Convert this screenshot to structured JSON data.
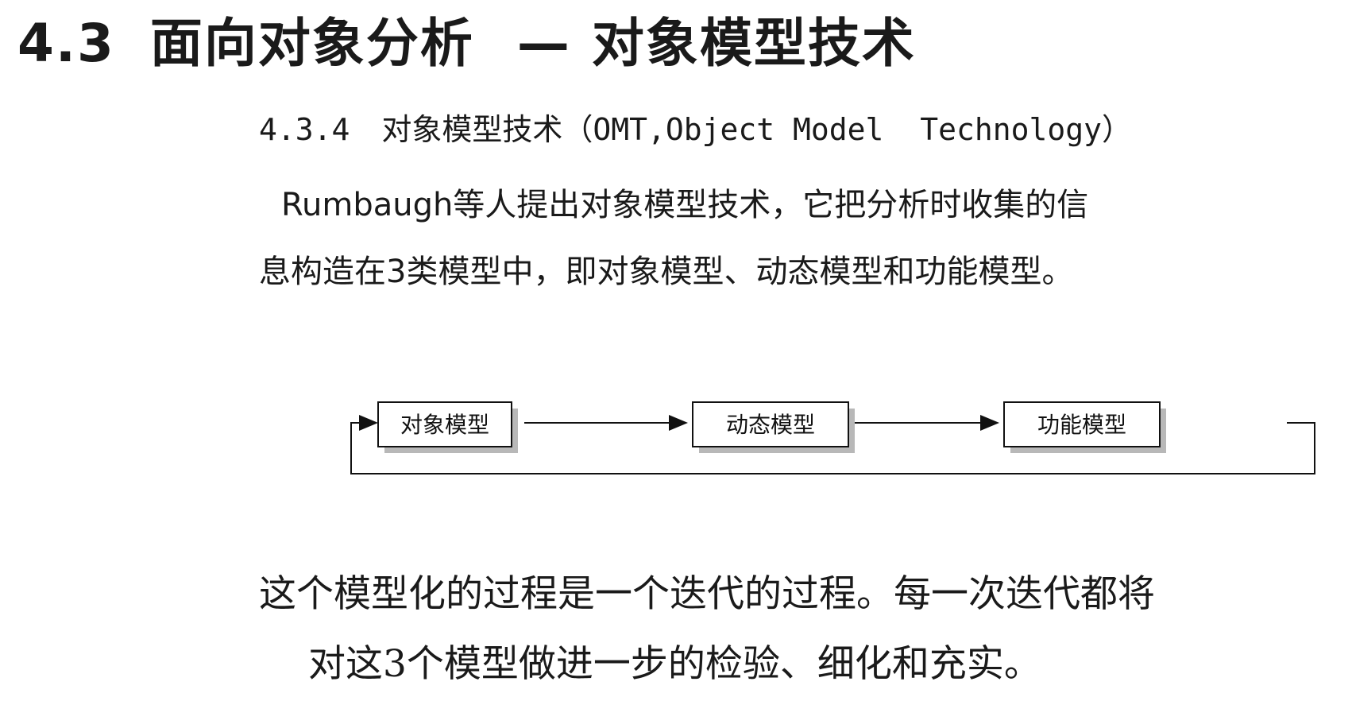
{
  "title": {
    "number": "4.3",
    "main": "面向对象分析",
    "dash": "—",
    "sub": "对象模型技术"
  },
  "subhead": {
    "section": "4.3.4",
    "text": "对象模型技术（OMT,Object Model  Technology）"
  },
  "paragraph1": {
    "line1": "Rumbaugh等人提出对象模型技术，它把分析时收集的信",
    "line2": "息构造在3类模型中，即对象模型、动态模型和功能模型。"
  },
  "diagram": {
    "boxes": [
      "对象模型",
      "动态模型",
      "功能模型"
    ]
  },
  "paragraph2": {
    "line1": "这个模型化的过程是一个迭代的过程。每一次迭代都将",
    "line2": "对这3个模型做进一步的检验、细化和充实。"
  }
}
